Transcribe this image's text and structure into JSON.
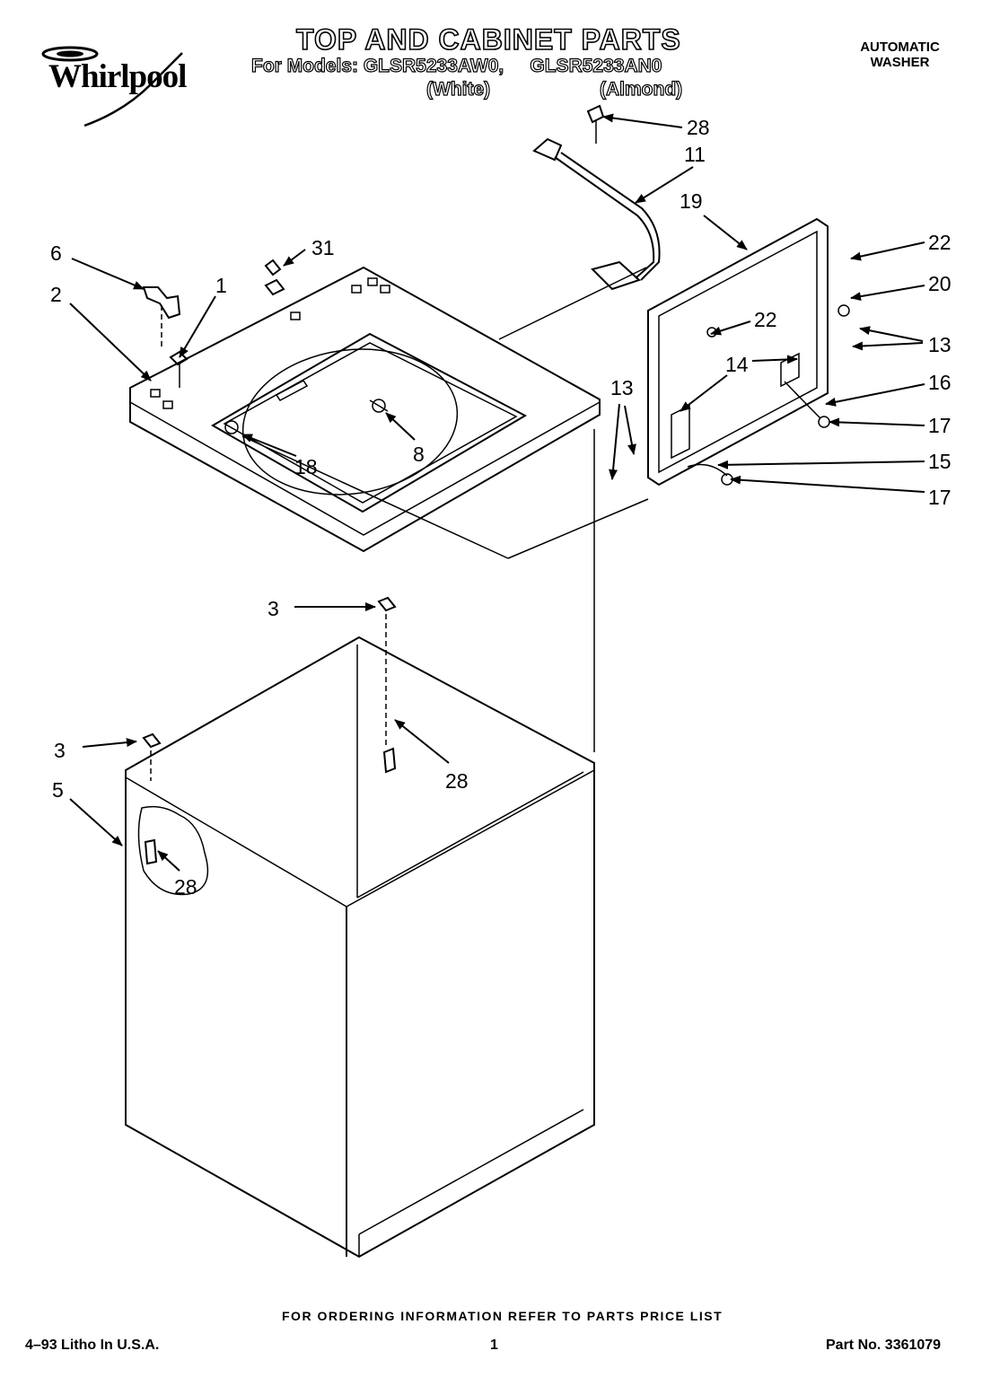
{
  "header": {
    "brand": "Whirlpool",
    "title": "TOP AND CABINET PARTS",
    "models_line": "For Models: GLSR5233AW0,     GLSR5233AN0",
    "variant_white": "(White)",
    "variant_almond": "(Almond)",
    "appliance_type_line1": "AUTOMATIC",
    "appliance_type_line2": "WASHER"
  },
  "callouts": {
    "c28_top": "28",
    "c11": "11",
    "c19": "19",
    "c22_right": "22",
    "c20": "20",
    "c22_left": "22",
    "c13_right": "13",
    "c14": "14",
    "c16": "16",
    "c17_upper": "17",
    "c15": "15",
    "c17_lower": "17",
    "c13_left": "13",
    "c6": "6",
    "c31": "31",
    "c1": "1",
    "c2": "2",
    "c8": "8",
    "c18": "18",
    "c3_upper": "3",
    "c28_mid": "28",
    "c3_lower": "3",
    "c5": "5",
    "c28_lower": "28"
  },
  "footer": {
    "ordering_note": "FOR ORDERING INFORMATION REFER TO PARTS PRICE LIST",
    "litho": "4–93 Litho In U.S.A.",
    "page": "1",
    "part_no": "Part No. 3361079"
  }
}
